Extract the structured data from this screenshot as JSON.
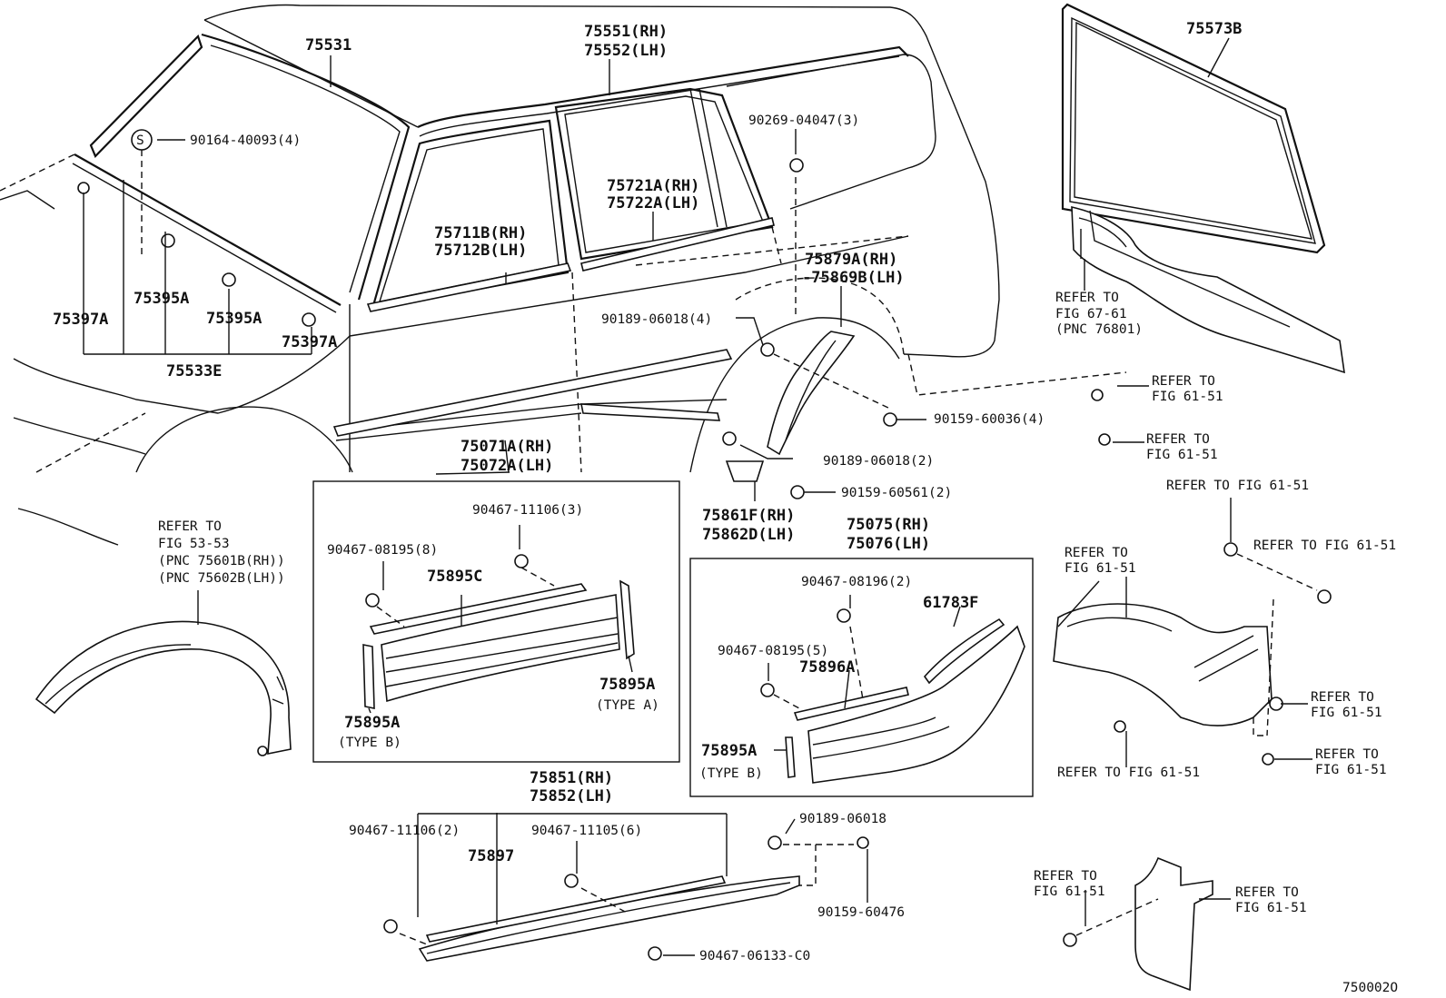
{
  "diagram": {
    "figure_id": "750002O",
    "labels": {
      "p75531": "75531",
      "p75551": "75551(RH)",
      "p75552": "75552(LH)",
      "p75573b": "75573B",
      "s_symbol": "S",
      "p90164": "90164-40093(4)",
      "p90269": "90269-04047(3)",
      "p75721a": "75721A(RH)",
      "p75722a": "75722A(LH)",
      "p75711b": "75711B(RH)",
      "p75712b": "75712B(LH)",
      "p75879a": "75879A(RH)",
      "p75869b": "-75869B(LH)",
      "p75395a_1": "75395A",
      "p75395a_2": "75395A",
      "p75397a_1": "75397A",
      "p75397a_2": "75397A",
      "p75533e": "75533E",
      "p90189_4": "90189-06018(4)",
      "p90159_36": "90159-60036(4)",
      "p90189_2": "90189-06018(2)",
      "p90159_561": "90159-60561(2)",
      "p75861f": "75861F(RH)",
      "p75862d": "75862D(LH)",
      "p75071a": "75071A(RH)",
      "p75072a": "75072A(LH)",
      "p75075": "75075(RH)",
      "p75076": "75076(LH)",
      "p90467_11106_3": "90467-11106(3)",
      "p90467_08195_8": "90467-08195(8)",
      "p75895c": "75895C",
      "p75895a_typea": "75895A",
      "typea": "(TYPE A)",
      "p75895a_typeb1": "75895A",
      "typeb1": "(TYPE B)",
      "p90467_08196_2": "90467-08196(2)",
      "p61783f": "61783F",
      "p90467_08195_5": "90467-08195(5)",
      "p75896a": "75896A",
      "p75895a_typeb2": "75895A",
      "typeb2": "(TYPE B)",
      "p75851": "75851(RH)",
      "p75852": "75852(LH)",
      "p90467_11106_2": "90467-11106(2)",
      "p75897": "75897",
      "p90467_11105_6": "90467-11105(6)",
      "p90467_06133": "90467-06133-C0",
      "p90189_06018": "90189-06018",
      "p90159_60476": "90159-60476"
    },
    "refs": {
      "fig5353_l1": "REFER TO",
      "fig5353_l2": "FIG 53-53",
      "fig5353_l3": "(PNC 75601B(RH))",
      "fig5353_l4": "(PNC 75602B(LH))",
      "fig6761_l1": "REFER TO",
      "fig6761_l2": "FIG 67-61",
      "fig6761_l3": "(PNC 76801)",
      "r1_l1": "REFER TO",
      "r1_l2": "FIG 61-51",
      "r2_l1": "REFER TO",
      "r2_l2": "FIG 61-51",
      "r3": "REFER TO FIG 61-51",
      "r4": "REFER TO FIG 61-51",
      "r5_l1": "REFER TO",
      "r5_l2": "FIG 61-51",
      "r6_l1": "REFER TO",
      "r6_l2": "FIG 61-51",
      "r7_l1": "REFER TO",
      "r7_l2": "FIG 61-51",
      "r8": "REFER TO FIG 61-51",
      "r9_l1": "REFER TO",
      "r9_l2": "FIG 61-51",
      "r10_l1": "REFER TO",
      "r10_l2": "FIG 61-51"
    }
  }
}
